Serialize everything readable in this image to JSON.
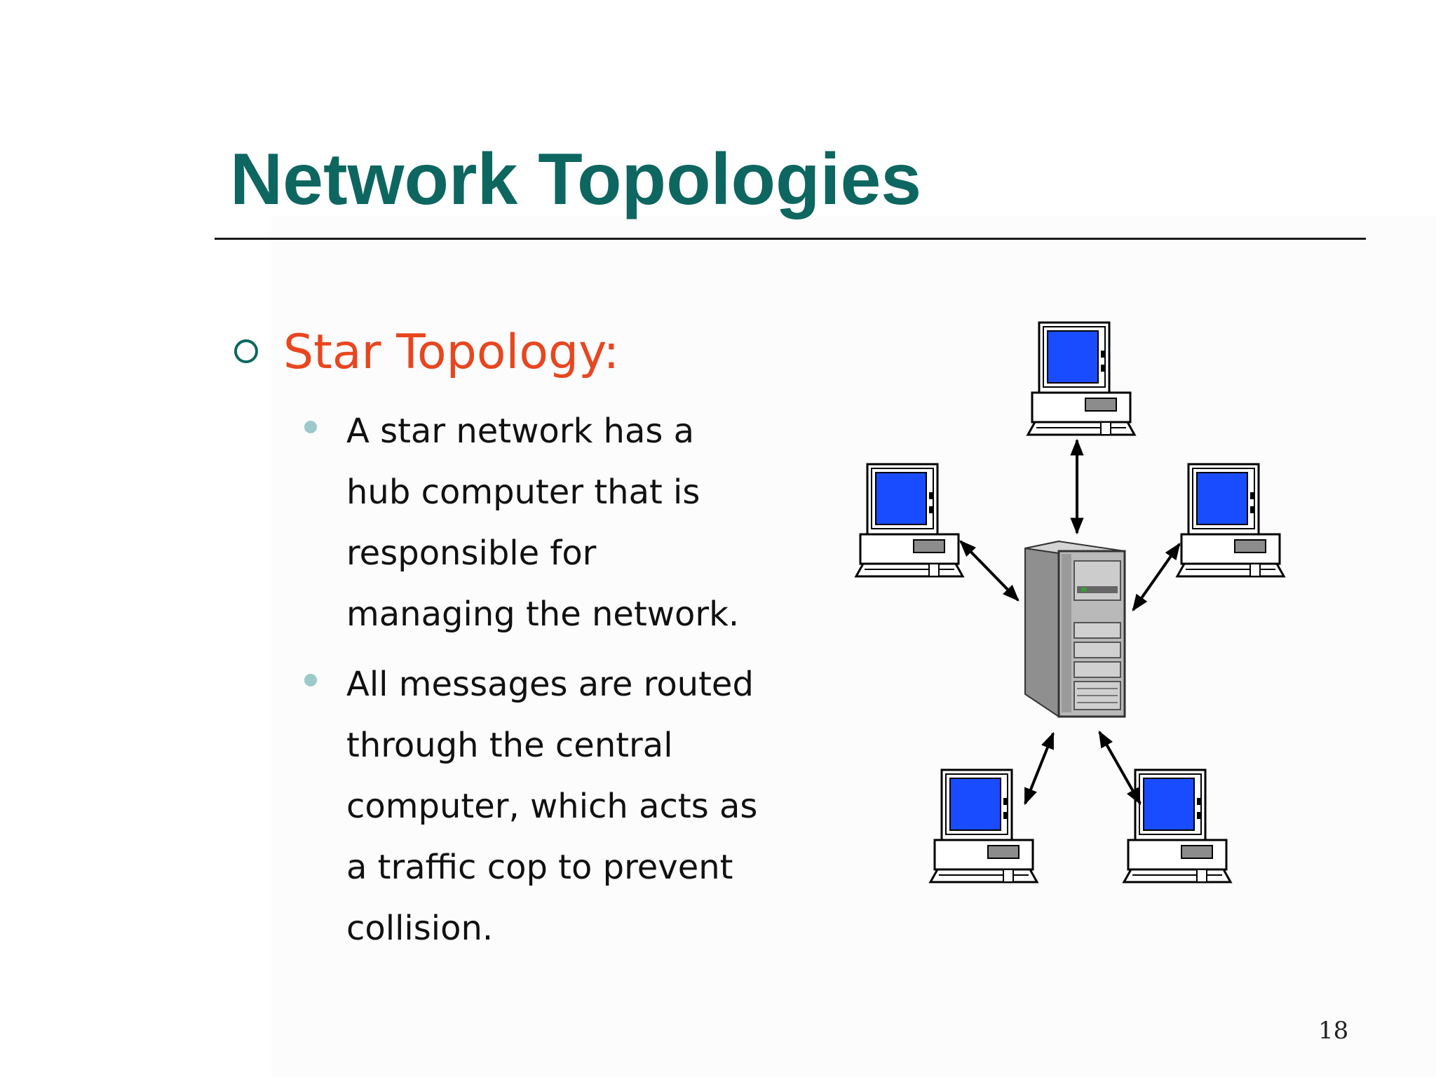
{
  "slide": {
    "title": "Network Topologies",
    "topic": "Star Topology:",
    "bullets": [
      {
        "lines": [
          "A star network has a",
          "hub computer that is",
          "responsible for",
          "managing the network."
        ]
      },
      {
        "lines": [
          "All messages are routed",
          "through the central",
          "computer, which acts as",
          "a traffic cop to prevent",
          "collision."
        ]
      }
    ],
    "page_number": "18"
  },
  "colors": {
    "title": "#0e6660",
    "topic": "#e8461f",
    "bullet_dot": "#9ccac8",
    "screen": "#1a4cff",
    "server": "#a8a8a8"
  },
  "diagram": {
    "hub_icon": "server-tower-icon",
    "node_icon": "desktop-computer-icon",
    "connection_icon": "double-arrow-icon",
    "nodes": [
      "computer-top",
      "computer-left",
      "computer-right",
      "computer-bottom-left",
      "computer-bottom-right"
    ]
  }
}
